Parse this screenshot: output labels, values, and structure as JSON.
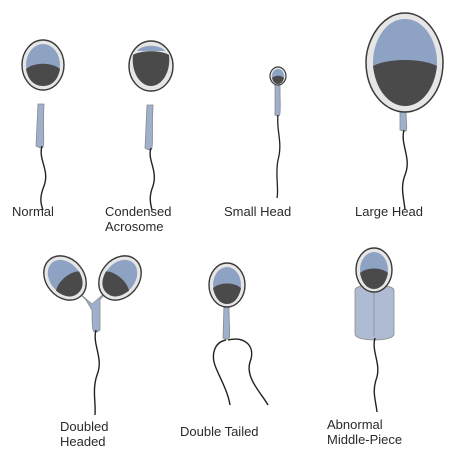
{
  "colors": {
    "outline": "#3a3a3a",
    "outline_light": "#8a8a8a",
    "rim": "#e6e6e6",
    "acrosome": "#8ea3c3",
    "nucleus": "#4a4a4a",
    "midpiece": "#9eb0cc",
    "midpiece_abnormal": "#aebbd2",
    "tail": "#222222"
  },
  "cells": [
    {
      "id": "normal",
      "icon": "normal-sperm-icon",
      "label_lines": [
        "Normal"
      ]
    },
    {
      "id": "condensed-acrosome",
      "icon": "condensed-acrosome-sperm-icon",
      "label_lines": [
        "Condensed",
        "Acrosome"
      ]
    },
    {
      "id": "small-head",
      "icon": "small-head-sperm-icon",
      "label_lines": [
        "Small Head"
      ]
    },
    {
      "id": "large-head",
      "icon": "large-head-sperm-icon",
      "label_lines": [
        "Large Head"
      ]
    },
    {
      "id": "doubled-headed",
      "icon": "doubled-headed-sperm-icon",
      "label_lines": [
        "Doubled",
        "Headed"
      ]
    },
    {
      "id": "double-tailed",
      "icon": "double-tailed-sperm-icon",
      "label_lines": [
        "Double Tailed"
      ]
    },
    {
      "id": "abnormal-middle-piece",
      "icon": "abnormal-middle-piece-sperm-icon",
      "label_lines": [
        "Abnormal",
        "Middle-Piece"
      ]
    }
  ]
}
